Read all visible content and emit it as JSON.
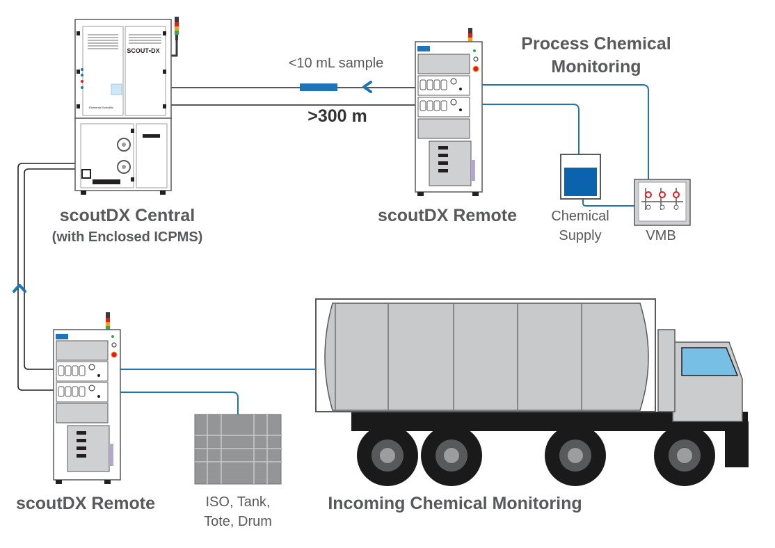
{
  "labels": {
    "central_title": "scoutDX Central",
    "central_subtitle": "(with Enclosed ICPMS)",
    "remote_top": "scoutDX Remote",
    "remote_bottom": "scoutDX Remote",
    "sample": "<10 mL sample",
    "distance": ">300 m",
    "process_line1": "Process Chemical",
    "process_line2": "Monitoring",
    "chem_supply_line1": "Chemical",
    "chem_supply_line2": "Supply",
    "vmb": "VMB",
    "iso_line1": "ISO, Tank,",
    "iso_line2": "Tote, Drum",
    "incoming": "Incoming Chemical Monitoring"
  },
  "device_text": {
    "brand": "SCOUT•DX",
    "maker": "Elemental Scientific"
  },
  "colors": {
    "line_blue": "#1f73b7",
    "line_black": "#231f20",
    "cabinet_fill": "#ffffff",
    "cabinet_stroke": "#58595b",
    "panel_gray": "#cfd0d2",
    "tank_gray": "#c8c9cb",
    "chassis_black": "#1a1a1a",
    "window_blue": "#78bfe6",
    "liquid_blue": "#0b62ad",
    "text_gray": "#58595b"
  },
  "icons": [
    "chevron-left-arrow",
    "chevron-up-arrow",
    "signal-tower-light"
  ]
}
